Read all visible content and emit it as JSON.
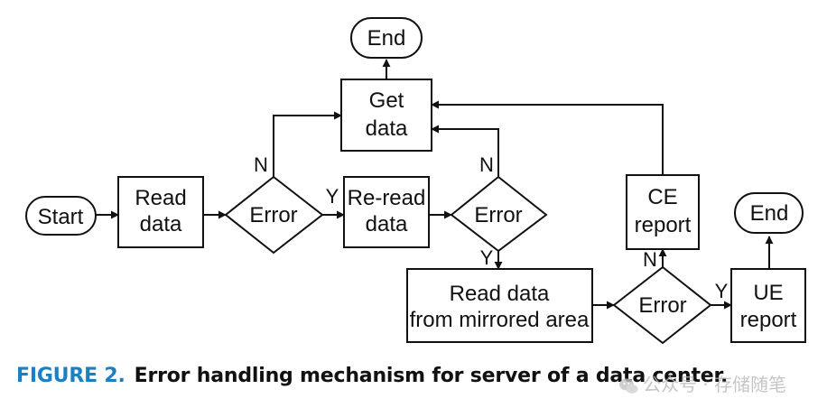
{
  "nodes": {
    "start": "Start",
    "read_data": [
      "Read",
      "data"
    ],
    "error1": "Error",
    "get_data": [
      "Get",
      "data"
    ],
    "end_top": "End",
    "reread_data": [
      "Re-read",
      "data"
    ],
    "error2": "Error",
    "read_mirrored": [
      "Read data",
      "from mirrored area"
    ],
    "error3": "Error",
    "ce_report": [
      "CE",
      "report"
    ],
    "ue_report": [
      "UE",
      "report"
    ],
    "end_right": "End"
  },
  "branches": {
    "n1": "N",
    "y1": "Y",
    "n2": "N",
    "y2": "Y",
    "n3": "N",
    "y3": "Y"
  },
  "caption": {
    "label": "FIGURE 2.",
    "text": "Error handling mechanism for server of a data center."
  },
  "watermark": "公众号 · 存储随笔",
  "colors": {
    "caption_label": "#1b7fc4",
    "line": "#111111"
  }
}
